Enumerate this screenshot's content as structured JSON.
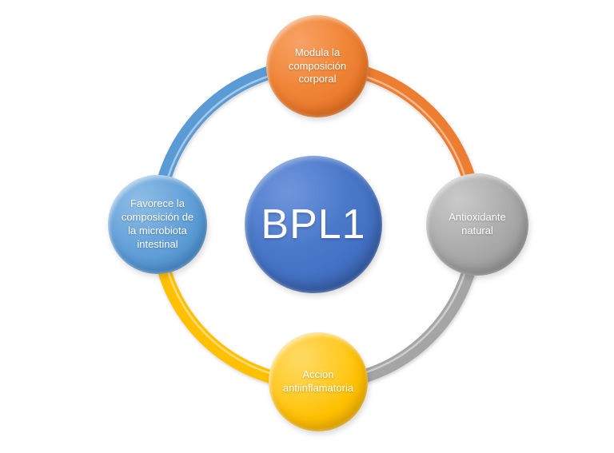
{
  "background": "#ffffff",
  "diagram": {
    "type": "cycle",
    "center": {
      "label": "BPL1",
      "color": "#4472C4"
    },
    "nodes": [
      {
        "position": "top",
        "label": "Modula la\ncomposición\ncorporal",
        "color": "#ED7D31"
      },
      {
        "position": "right",
        "label": "Antioxidante\nnatural",
        "color": "#A5A5A5"
      },
      {
        "position": "bottom",
        "label": "Accion\nantiinflamatoria",
        "color": "#FFC000"
      },
      {
        "position": "left",
        "label": "Favorece la\ncomposición de\nla microbiota\nintestinal",
        "color": "#5B9BD5"
      }
    ],
    "arcs": [
      {
        "from": "left",
        "to": "top",
        "color": "#5B9BD5"
      },
      {
        "from": "top",
        "to": "right",
        "color": "#ED7D31"
      },
      {
        "from": "right",
        "to": "bottom",
        "color": "#A5A5A5"
      },
      {
        "from": "bottom",
        "to": "left",
        "color": "#FFC000"
      }
    ]
  }
}
